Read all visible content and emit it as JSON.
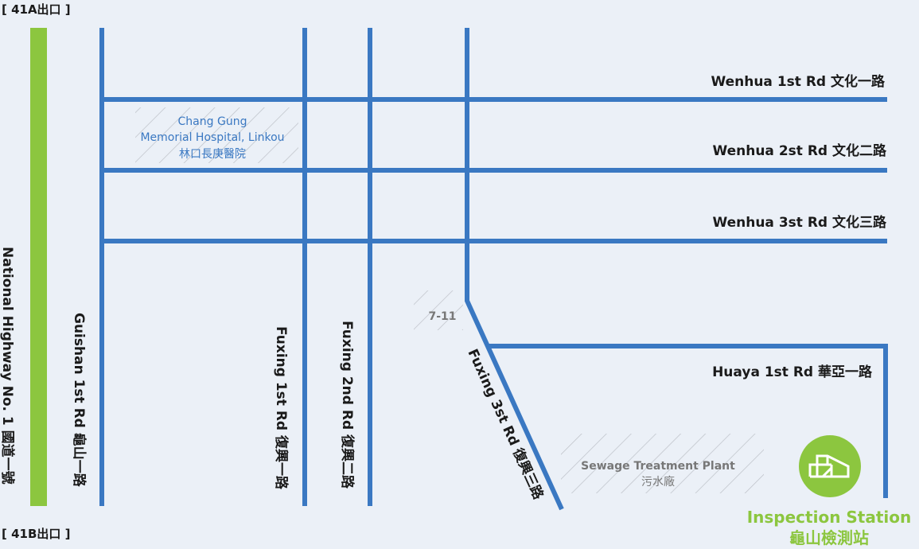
{
  "colors": {
    "road": "#3a78c2",
    "highway": "#8cc63f",
    "background": "#ebf0f7",
    "hatch": "#b8bcc4"
  },
  "exits": {
    "top": "[  41A出口 ]",
    "bottom": "[  41B出口 ]"
  },
  "roads": {
    "highway": "National Highway No. 1 國道一號",
    "guishan": "Guishan 1st Rd 龜山一路",
    "fuxing1": "Fuxing 1st Rd 復興一路",
    "fuxing2": "Fuxing 2nd Rd 復興二路",
    "fuxing3": "Fuxing 3st Rd 復興三路",
    "wenhua1": "Wenhua 1st Rd 文化一路",
    "wenhua2": "Wenhua 2st Rd 文化二路",
    "wenhua3": "Wenhua 3st Rd 文化三路",
    "huaya1": "Huaya 1st Rd 華亞一路"
  },
  "places": {
    "hospital": {
      "line1": "Chang Gung",
      "line2": "Memorial Hospital, Linkou",
      "line3": "林口長庚醫院"
    },
    "store": "7-11",
    "sewage": {
      "line1": "Sewage Treatment Plant",
      "line2": "污水廠"
    },
    "station": {
      "en": "Inspection Station",
      "zh": "龜山檢測站",
      "icon": "building-icon"
    }
  }
}
